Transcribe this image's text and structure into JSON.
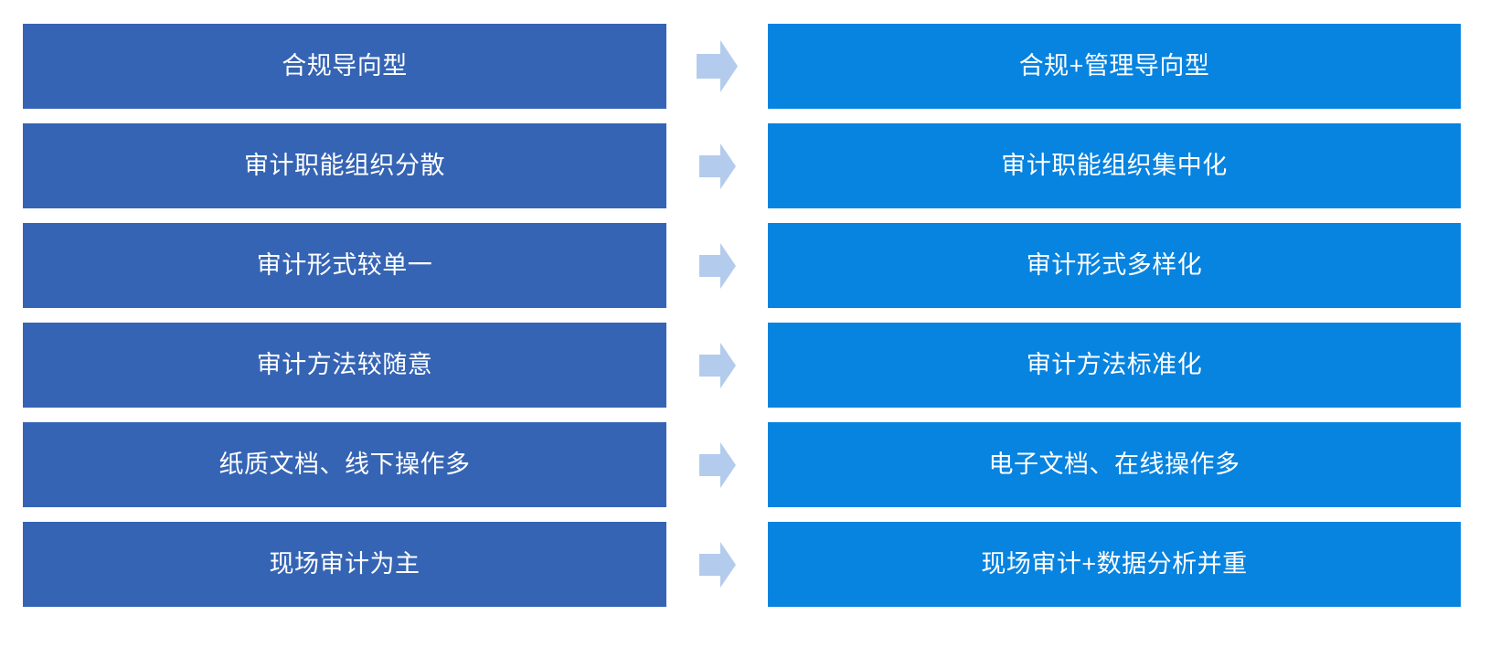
{
  "diagram": {
    "type": "two-column-comparison",
    "title": "",
    "orientation": "left-to-right",
    "colors": {
      "left_box": "#3564b4",
      "right_box": "#0783e0",
      "arrow": "#b3cbec",
      "text": "#ffffff",
      "background": "#ffffff"
    },
    "columns": {
      "left_header": "",
      "right_header": ""
    },
    "rows": [
      {
        "index": 1,
        "left": "合规导向型",
        "arrow": "arrow-right-icon",
        "right": "合规+管理导向型"
      },
      {
        "index": 2,
        "left": "审计职能组织分散",
        "arrow": "arrow-right-icon",
        "right": "审计职能组织集中化"
      },
      {
        "index": 3,
        "left": "审计形式较单一",
        "arrow": "arrow-right-icon",
        "right": "审计形式多样化"
      },
      {
        "index": 4,
        "left": "审计方法较随意",
        "arrow": "arrow-right-icon",
        "right": "审计方法标准化"
      },
      {
        "index": 5,
        "left": "纸质文档、线下操作多",
        "arrow": "arrow-right-icon",
        "right": "电子文档、在线操作多"
      },
      {
        "index": 6,
        "left": "现场审计为主",
        "arrow": "arrow-right-icon",
        "right": "现场审计+数据分析并重"
      }
    ]
  }
}
